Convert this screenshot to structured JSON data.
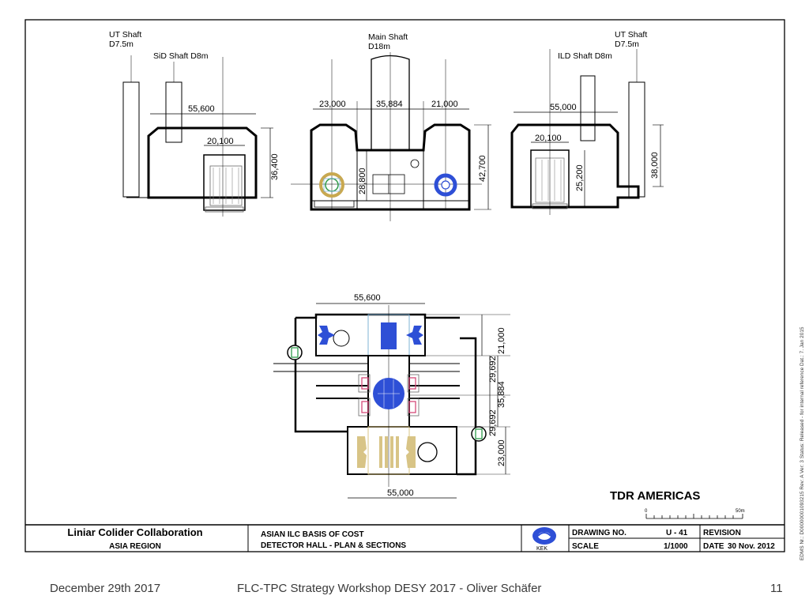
{
  "sections": {
    "left": {
      "ut_shaft_line1": "UT Shaft",
      "ut_shaft_line2": "D7.5m",
      "sid_shaft": "SiD Shaft D8m",
      "dim_width": "55,600",
      "dim_inner": "20,100",
      "dim_height": "36,400"
    },
    "center": {
      "main_shaft_line1": "Main Shaft",
      "main_shaft_line2": "D18m",
      "dim_left": "23,000",
      "dim_mid": "35,884",
      "dim_right": "21,000",
      "dim_inner_height": "28,800",
      "dim_height": "42,700"
    },
    "right": {
      "ut_shaft_line1": "UT Shaft",
      "ut_shaft_line2": "D7.5m",
      "ild_shaft": "ILD Shaft D8m",
      "dim_width": "55,000",
      "dim_inner": "20,100",
      "dim_inner_height": "25,200",
      "dim_height": "38,000"
    }
  },
  "plan": {
    "dim_top": "55,600",
    "dim_bottom": "55,000",
    "dim_r1": "21,000",
    "dim_r2": "29,692",
    "dim_r3": "35,884",
    "dim_r4": "29,692",
    "dim_r5": "23,000"
  },
  "label": {
    "title": "TDR AMERICAS",
    "scale_start": "0",
    "scale_end": "50m"
  },
  "title_block": {
    "org_line1": "Liniar Colider Collaboration",
    "org_line2": "ASIA REGION",
    "project_line1": "ASIAN ILC BASIS OF COST",
    "project_line2": "DETECTOR HALL - PLAN & SECTIONS",
    "logo_text": "KEK",
    "drawing_no_label": "DRAWING NO.",
    "drawing_no_value": "U - 41",
    "revision_label": "REVISION",
    "scale_label": "SCALE",
    "scale_value": "1/1000",
    "date_label": "DATE",
    "date_value": "30 Nov. 2012"
  },
  "edms": "EDMS Nr.: D00000001093215  Rev: A  Ver: 3  Status: Released - for internal reference  Dat.: 7. Jan 2015",
  "footer": {
    "date": "December 29th 2017",
    "event": "FLC-TPC Strategy Workshop DESY 2017 - Oliver Schäfer",
    "page": "11"
  },
  "colors": {
    "detector_blue": "#2e4fd6",
    "detector_tan": "#d8c486",
    "detector_pink": "#d64a7a",
    "highlight_cyan": "#7fb3d6",
    "sign_green": "#2e9a4a"
  }
}
